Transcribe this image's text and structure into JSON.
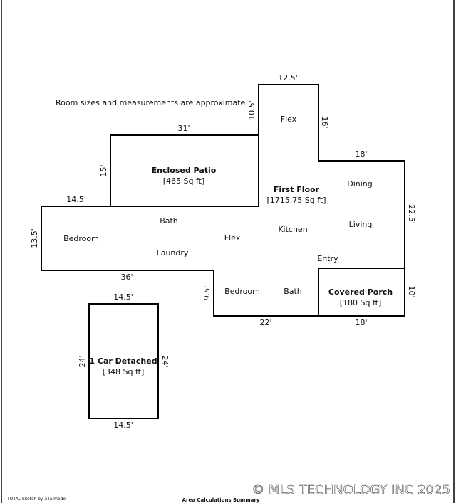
{
  "note": "Room sizes and measurements are approximate",
  "areas": {
    "enclosed_patio": {
      "name": "Enclosed Patio",
      "size": "[465 Sq ft]"
    },
    "first_floor": {
      "name": "First Floor",
      "size": "[1715.75 Sq ft]"
    },
    "covered_porch": {
      "name": "Covered Porch",
      "size": "[180 Sq ft]"
    },
    "garage": {
      "name": "1 Car Detached",
      "size": "[348 Sq ft]"
    }
  },
  "rooms": {
    "flex_top": "Flex",
    "dining": "Dining",
    "living": "Living",
    "kitchen": "Kitchen",
    "entry": "Entry",
    "bath_upper": "Bath",
    "bedroom_left": "Bedroom",
    "laundry": "Laundry",
    "flex_mid": "Flex",
    "bedroom_lower": "Bedroom",
    "bath_lower": "Bath"
  },
  "dimensions": {
    "flex_top_width": "12.5'",
    "flex_left_height": "10.5'",
    "flex_right_height": "16'",
    "patio_top": "31'",
    "patio_left": "15'",
    "dining_top": "18'",
    "right_height": "22.5'",
    "bedroom_top": "14.5'",
    "bedroom_left": "13.5'",
    "bottom_left": "36'",
    "step_height": "9.5'",
    "bottom_mid": "22'",
    "porch_bottom": "18'",
    "porch_right": "10'",
    "garage_top": "14.5'",
    "garage_left": "24'",
    "garage_right": "24'",
    "garage_bottom": "14.5'"
  },
  "footer": {
    "left": "TOTAL Sketch by a la mode",
    "center": "Area Calculations Summary"
  },
  "watermark": "© MLS TECHNOLOGY INC 2025"
}
